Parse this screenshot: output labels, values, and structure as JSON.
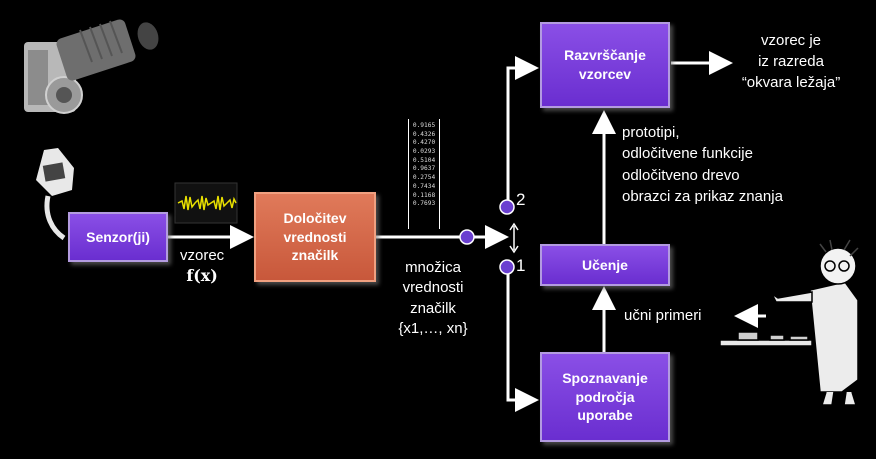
{
  "boxes": {
    "sensor": "Senzor(ji)",
    "features": [
      "Določitev",
      "vrednosti",
      "značilk"
    ],
    "classify": [
      "Razvrščanje",
      "vzorcev"
    ],
    "learn": "Učenje",
    "domain": [
      "Spoznavanje",
      "področja",
      "uporabe"
    ]
  },
  "labels": {
    "vzorec": "vzorec",
    "fx": "f(x)",
    "feature_set": [
      "množica",
      "vrednosti",
      "značilk",
      "{x1,…, xn}"
    ],
    "output": [
      "vzorec je",
      "iz razreda",
      "“okvara ležaja”"
    ],
    "knowledge": [
      "prototipi,",
      "odločitvene funkcije",
      "odločitveno drevo",
      "obrazci za prikaz znanja"
    ],
    "examples": "učni primeri",
    "switch_2": "2",
    "switch_1": "1"
  },
  "vector_values": [
    "0.9165",
    "0.4326",
    "0.4270",
    "0.0293",
    "0.5104",
    "0.9637",
    "0.2754",
    "0.7434",
    "0.1168",
    "0.7693"
  ],
  "colors": {
    "purple": "#7a3fe0",
    "orange": "#d06a4a",
    "background": "#000000",
    "dot": "#6a3fd0"
  },
  "icons": [
    "gear-motor-image",
    "sensor-image",
    "signal-waveform-image",
    "scientist-figure-image"
  ]
}
